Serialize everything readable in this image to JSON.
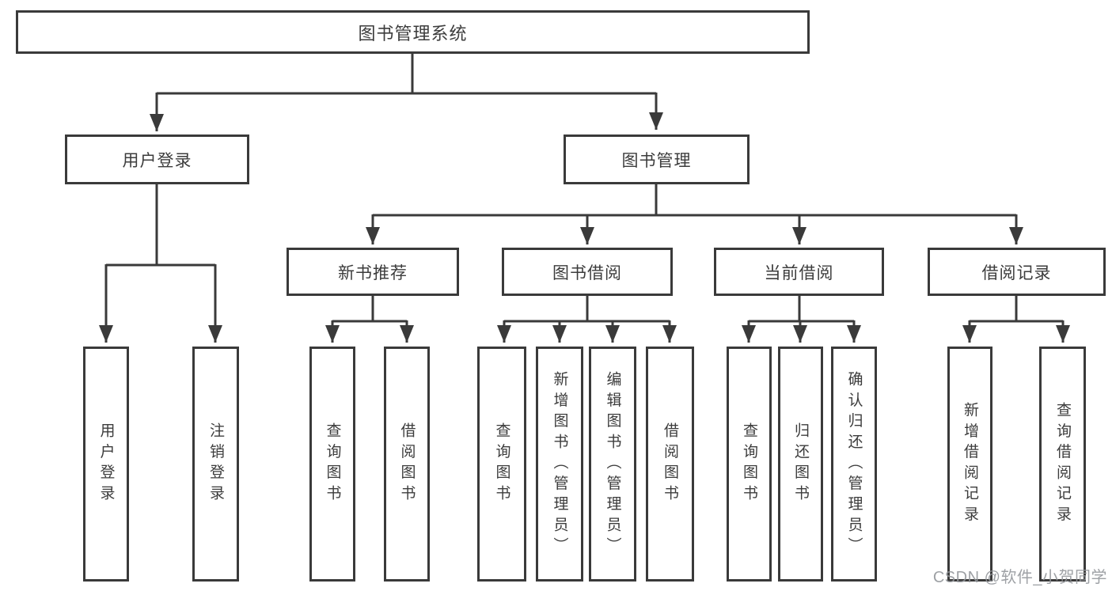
{
  "diagram": {
    "root": {
      "label": "图书管理系统"
    },
    "level1": [
      {
        "id": "user-login",
        "label": "用户登录"
      },
      {
        "id": "book-management",
        "label": "图书管理"
      }
    ],
    "level2": [
      {
        "id": "new-book-recommend",
        "label": "新书推荐"
      },
      {
        "id": "book-borrow",
        "label": "图书借阅"
      },
      {
        "id": "current-borrow",
        "label": "当前借阅"
      },
      {
        "id": "borrow-records",
        "label": "借阅记录"
      }
    ],
    "leaves": [
      {
        "label": "用户登录"
      },
      {
        "label": "注销登录"
      },
      {
        "label": "查询图书"
      },
      {
        "label": "借阅图书"
      },
      {
        "label": "查询图书"
      },
      {
        "label": "新增图书（管理员）"
      },
      {
        "label": "编辑图书（管理员）"
      },
      {
        "label": "借阅图书"
      },
      {
        "label": "查询图书"
      },
      {
        "label": "归还图书"
      },
      {
        "label": "确认归还（管理员）"
      },
      {
        "label": "新增借阅记录"
      },
      {
        "label": "查询借阅记录"
      }
    ]
  },
  "watermark": {
    "text": "CSDN @软件_小贺同学"
  },
  "colors": {
    "line": "#3a3a3a",
    "text": "#3c3c3c",
    "watermark": "#94979b",
    "background": "#ffffff"
  }
}
